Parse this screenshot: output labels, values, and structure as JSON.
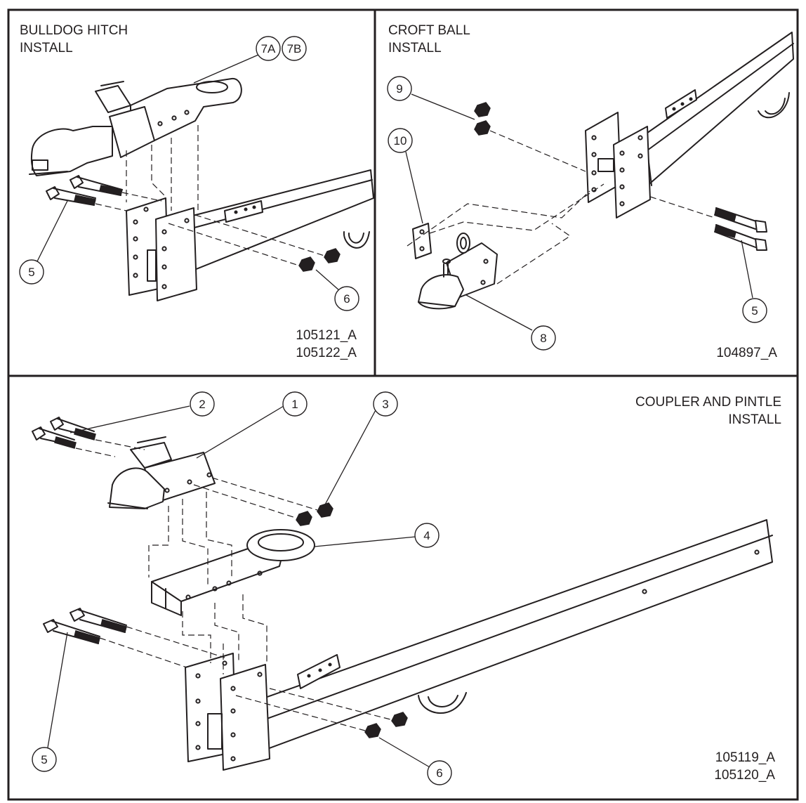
{
  "panels": {
    "bulldog": {
      "title_line1": "BULLDOG HITCH",
      "title_line2": "INSTALL",
      "code_line1": "105121_A",
      "code_line2": "105122_A"
    },
    "croft": {
      "title_line1": "CROFT BALL",
      "title_line2": "INSTALL",
      "code_line1": "104897_A"
    },
    "coupler": {
      "title_line1": "COUPLER AND PINTLE",
      "title_line2": "INSTALL",
      "code_line1": "105119_A",
      "code_line2": "105120_A"
    }
  },
  "callouts": {
    "bulldog_7a": "7A",
    "bulldog_7b": "7B",
    "bulldog_5": "5",
    "bulldog_6": "6",
    "croft_9": "9",
    "croft_10": "10",
    "croft_8": "8",
    "croft_5": "5",
    "coupler_1": "1",
    "coupler_2": "2",
    "coupler_3": "3",
    "coupler_4": "4",
    "coupler_5": "5",
    "coupler_6": "6"
  }
}
